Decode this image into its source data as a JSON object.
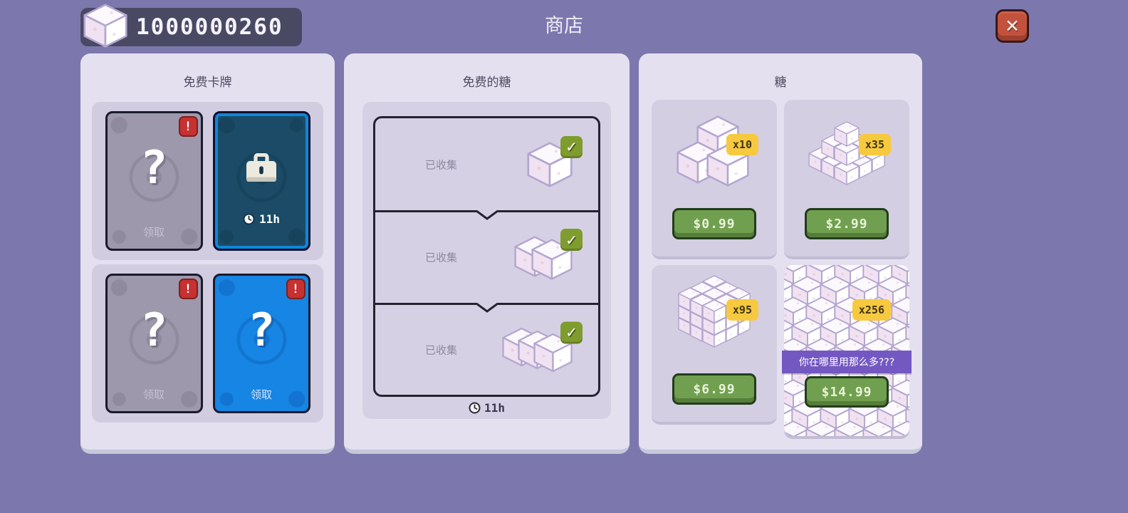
{
  "icons": {
    "close": "✕",
    "check": "✓"
  },
  "header": {
    "currency": {
      "value": "1000000260"
    },
    "title": "商店"
  },
  "free_cards_panel": {
    "title": "免费卡牌",
    "cards": [
      {
        "state": "claimable",
        "style": "gray",
        "symbol": "?",
        "action_label": "领取",
        "badge": "!"
      },
      {
        "state": "locked",
        "style": "locked",
        "timer": "11h"
      },
      {
        "state": "claimable",
        "style": "gray",
        "symbol": "?",
        "action_label": "领取",
        "badge": "!"
      },
      {
        "state": "claimable",
        "style": "blue",
        "symbol": "?",
        "action_label": "领取",
        "badge": "!"
      }
    ]
  },
  "free_sugar_panel": {
    "title": "免费的糖",
    "rows": [
      {
        "status_label": "已收集",
        "cube_count": 1,
        "collected": true
      },
      {
        "status_label": "已收集",
        "cube_count": 2,
        "collected": true
      },
      {
        "status_label": "已收集",
        "cube_count": 3,
        "collected": true
      }
    ],
    "next_timer": "11h"
  },
  "sugar_panel": {
    "title": "糖",
    "products": [
      {
        "quantity_badge": "x10",
        "price": "$0.99"
      },
      {
        "quantity_badge": "x35",
        "price": "$2.99"
      },
      {
        "quantity_badge": "x95",
        "price": "$6.99"
      },
      {
        "quantity_badge": "x256",
        "price": "$14.99",
        "tooltip": "你在哪里用那么多???"
      }
    ]
  },
  "colors": {
    "background": "#7c78ad",
    "panel": "#e4e0f0",
    "tile": "#d4cee2",
    "accent_blue": "#0e87d9",
    "button_green": "#70a04f",
    "badge_yellow": "#f7c93e",
    "badge_red": "#c53231",
    "check_green": "#7f9c2e",
    "banner_purple": "#7458c2",
    "currency_bar": "#4a4963"
  }
}
